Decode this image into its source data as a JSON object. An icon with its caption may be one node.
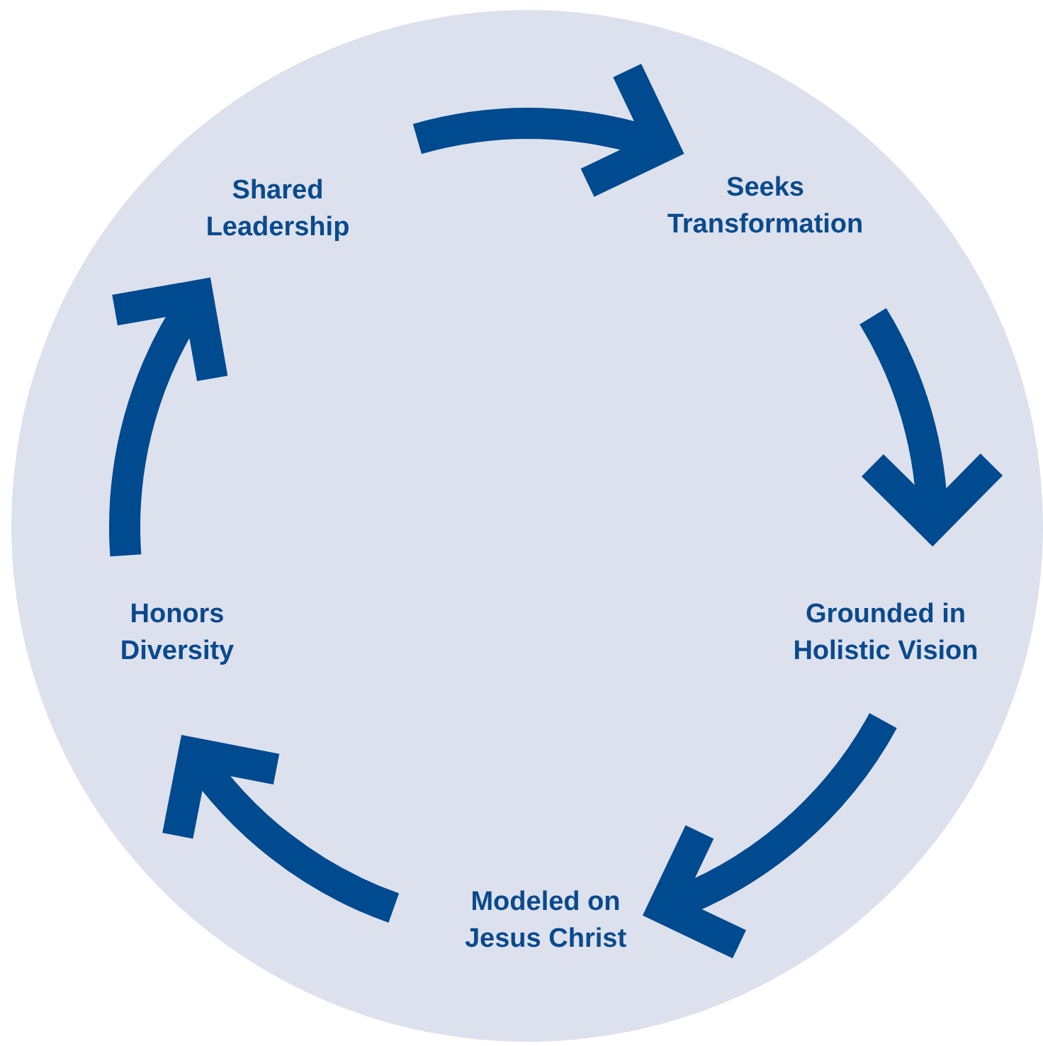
{
  "diagram": {
    "nodes": [
      {
        "text": [],
        "shape": "circle"
      },
      {
        "text": [
          "Shared Leadership"
        ],
        "in": 0
      },
      {
        "text": [
          "Seeks Transformation"
        ],
        "in": 0
      },
      {
        "text": [
          "Grounded in Holistic Vision"
        ],
        "in": 0
      },
      {
        "text": [
          "Modeled on Jesus Christ"
        ],
        "in": 0
      },
      {
        "text": [
          "Honors Diversity"
        ],
        "in": 0
      }
    ],
    "edges": [
      {
        "from": 1,
        "to": 2,
        "arrow": "to"
      },
      {
        "from": 2,
        "to": 3,
        "arrow": "to"
      },
      {
        "from": 3,
        "to": 4,
        "arrow": "to"
      },
      {
        "from": 4,
        "to": 5,
        "arrow": "to"
      },
      {
        "from": 5,
        "to": 1,
        "arrow": "to"
      }
    ]
  }
}
